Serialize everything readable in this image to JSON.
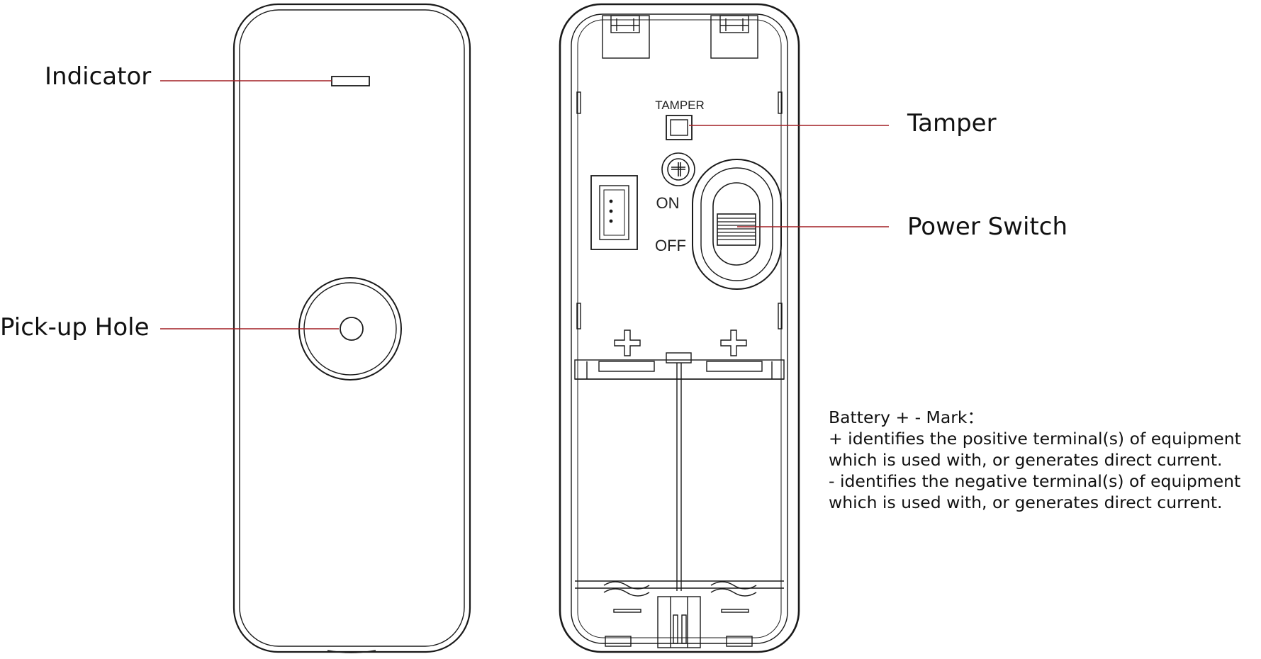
{
  "callouts": {
    "indicator": "Indicator",
    "pickup_hole": "Pick-up Hole",
    "tamper": "Tamper",
    "power_switch": "Power Switch"
  },
  "part_labels": {
    "tamper": "TAMPER",
    "on": "ON",
    "off": "OFF",
    "plus_symbol": "+"
  },
  "notes": {
    "title": "Battery + - Mark：",
    "lines": [
      "+ identifies the positive terminal(s) of equipment",
      "which is used with, or generates direct current.",
      "- identifies the negative terminal(s) of equipment",
      "which is used with, or generates direct current."
    ]
  },
  "colors": {
    "leader_line": "#a21f24",
    "outline": "#1a1a1a",
    "text": "#111111"
  }
}
